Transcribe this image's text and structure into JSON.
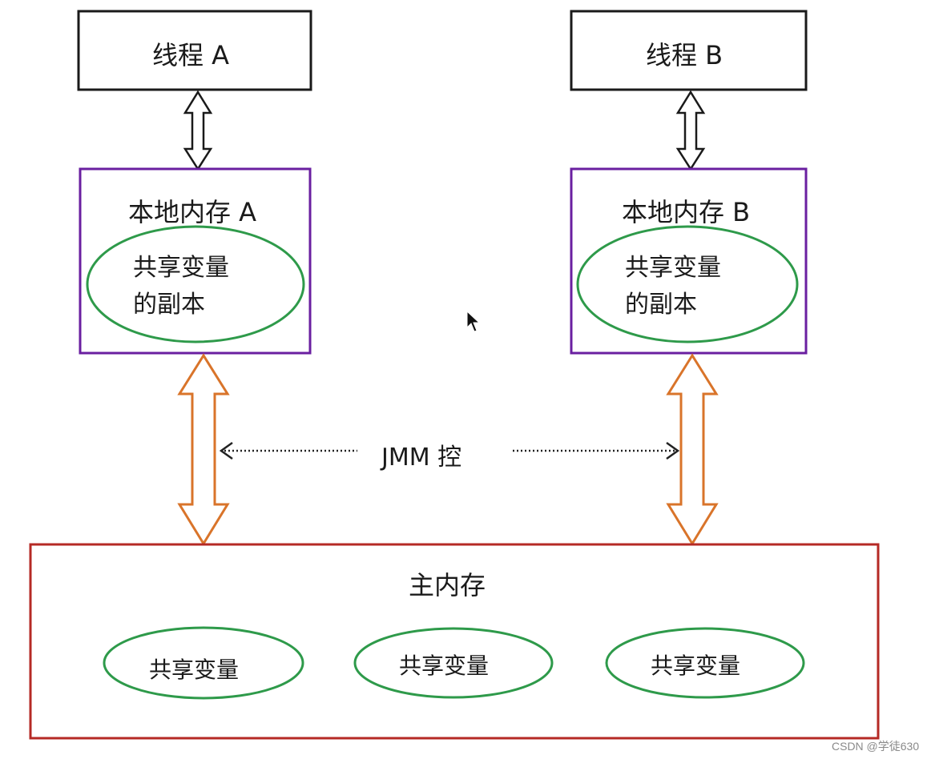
{
  "thread_a": {
    "title": "线程 A"
  },
  "thread_b": {
    "title": "线程 B"
  },
  "local_memory_a": {
    "title": "本地内存 A",
    "copy_line1": "共享变量",
    "copy_line2": "的副本"
  },
  "local_memory_b": {
    "title": "本地内存 B",
    "copy_line1": "共享变量",
    "copy_line2": "的副本"
  },
  "jmm_label": "JMM 控",
  "main_memory": {
    "title": "主内存",
    "shared_variables": [
      "共享变量",
      "共享变量",
      "共享变量"
    ]
  },
  "watermark": "CSDN @学徒630",
  "colors": {
    "thread_border": "#1a1a1a",
    "local_border": "#6a1fa0",
    "ellipse_stroke": "#2e9a4a",
    "orange_arrow": "#d9742a",
    "main_border": "#b52a25"
  }
}
